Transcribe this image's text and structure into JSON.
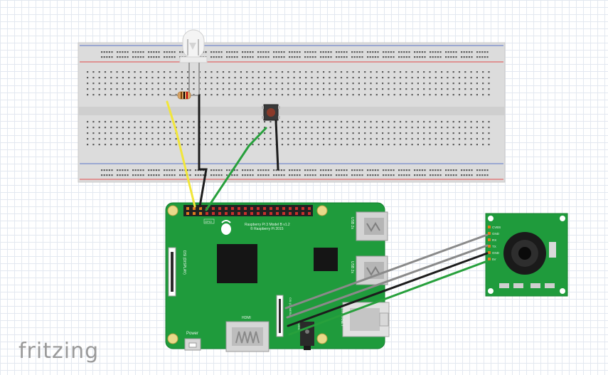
{
  "app": {
    "logo_text": "fritzing"
  },
  "board": {
    "gpio_label": "GPIO",
    "model_line1": "Raspberry Pi 3 Model B v1.2",
    "model_line2": "© Raspberry Pi 2015",
    "usb_label_1": "USB 2x",
    "usb_label_2": "USB 2x",
    "ethernet_label": "ETHERNET",
    "hdmi_label": "HDMI",
    "power_label": "Power",
    "dsi_label": "DSI (DISPLAY)",
    "csi_label": "CSI (CAMERA)",
    "audio_label": "AUDIO"
  },
  "camera": {
    "pins": [
      "CVBS",
      "GND",
      "RX",
      "TX",
      "GND",
      "5V"
    ]
  },
  "colors": {
    "board_green": "#1f9b3c",
    "wire_yellow": "#f1e63a",
    "wire_black": "#1c1c1c",
    "wire_green": "#27a03c",
    "wire_gray": "#8a8a8a",
    "rail_red": "#e24a4a",
    "rail_blue": "#5a74c7"
  }
}
